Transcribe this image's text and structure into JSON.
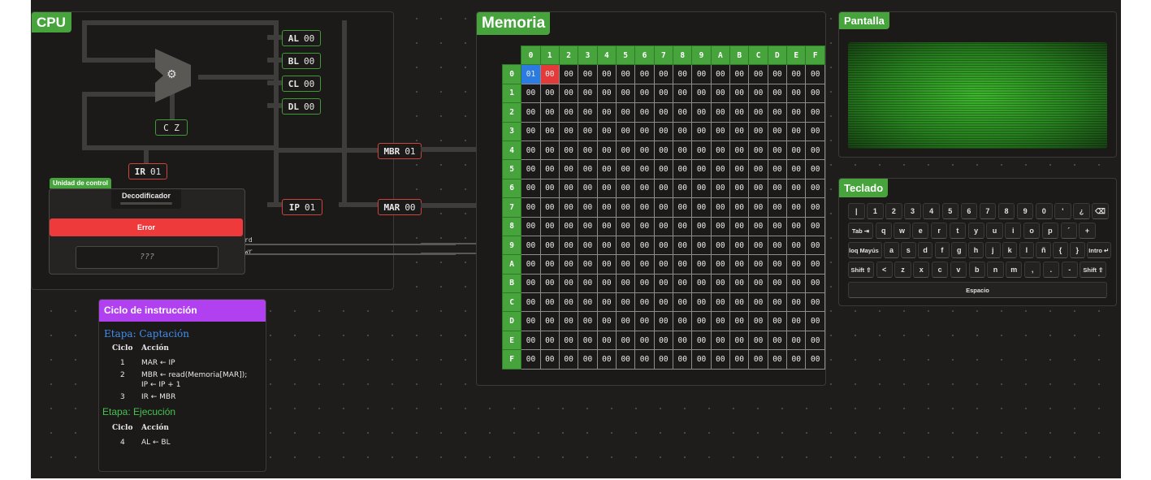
{
  "cpu": {
    "title": "CPU",
    "registers": {
      "al": {
        "name": "AL",
        "value": "00"
      },
      "bl": {
        "name": "BL",
        "value": "00"
      },
      "cl": {
        "name": "CL",
        "value": "00"
      },
      "dl": {
        "name": "DL",
        "value": "00"
      },
      "ir": {
        "name": "IR",
        "value": "01"
      },
      "ip": {
        "name": "IP",
        "value": "01"
      },
      "mbr": {
        "name": "MBR",
        "value": "01"
      },
      "mar": {
        "name": "MAR",
        "value": "00"
      }
    },
    "flags": "C Z",
    "alu_icon": "gear-icon",
    "control_unit": {
      "title": "Unidad de control",
      "decoder": "Decodificador",
      "error_label": "Error",
      "instruction": "???"
    },
    "bus_labels": {
      "rd": "rd",
      "wr": "wr"
    }
  },
  "memory": {
    "title": "Memoria",
    "columns": [
      "0",
      "1",
      "2",
      "3",
      "4",
      "5",
      "6",
      "7",
      "8",
      "9",
      "A",
      "B",
      "C",
      "D",
      "E",
      "F"
    ],
    "rows": [
      "0",
      "1",
      "2",
      "3",
      "4",
      "5",
      "6",
      "7",
      "8",
      "9",
      "A",
      "B",
      "C",
      "D",
      "E",
      "F"
    ],
    "first_row": [
      "01",
      "00",
      "00",
      "00",
      "00",
      "00",
      "00",
      "00",
      "00",
      "00",
      "00",
      "00",
      "00",
      "00",
      "00",
      "00"
    ],
    "default_value": "00"
  },
  "screen": {
    "title": "Pantalla"
  },
  "keyboard": {
    "title": "Teclado",
    "rows": [
      [
        "|",
        "1",
        "2",
        "3",
        "4",
        "5",
        "6",
        "7",
        "8",
        "9",
        "0",
        "'",
        "¿",
        "⌫"
      ],
      [
        "Tab ⇥",
        "q",
        "w",
        "e",
        "r",
        "t",
        "y",
        "u",
        "i",
        "o",
        "p",
        "´",
        "+"
      ],
      [
        "Bloq Mayús ⇪",
        "a",
        "s",
        "d",
        "f",
        "g",
        "h",
        "j",
        "k",
        "l",
        "ñ",
        "{",
        "}",
        "Intro ↵"
      ],
      [
        "Shift ⇧",
        "<",
        "z",
        "x",
        "c",
        "v",
        "b",
        "n",
        "m",
        ",",
        ".",
        "-",
        "Shift ⇧"
      ],
      [
        "Espacio"
      ]
    ]
  },
  "cycle": {
    "title": "Ciclo de instrucción",
    "fetch": {
      "label": "Etapa: Captación",
      "headers": {
        "cycle": "Ciclo",
        "action": "Acción"
      },
      "steps": [
        {
          "n": "1",
          "lines": [
            "MAR ← IP"
          ]
        },
        {
          "n": "2",
          "lines": [
            "MBR ← read(Memoria[MAR]);",
            "IP ← IP + 1"
          ]
        },
        {
          "n": "3",
          "lines": [
            "IR ← MBR"
          ]
        }
      ]
    },
    "execute": {
      "label": "Etapa: Ejecución",
      "headers": {
        "cycle": "Ciclo",
        "action": "Acción"
      },
      "steps": [
        {
          "n": "4",
          "lines": [
            "AL ← BL"
          ]
        }
      ]
    }
  },
  "colors": {
    "accent": "#47a43c",
    "cycle_header": "#b141f0",
    "error": "#ee3a3a",
    "fetch_label": "#3e8ff0",
    "execute_label": "#45c24f",
    "mem_highlight_ip": "#2c7be0",
    "mem_highlight_mar": "#e33b3b"
  }
}
